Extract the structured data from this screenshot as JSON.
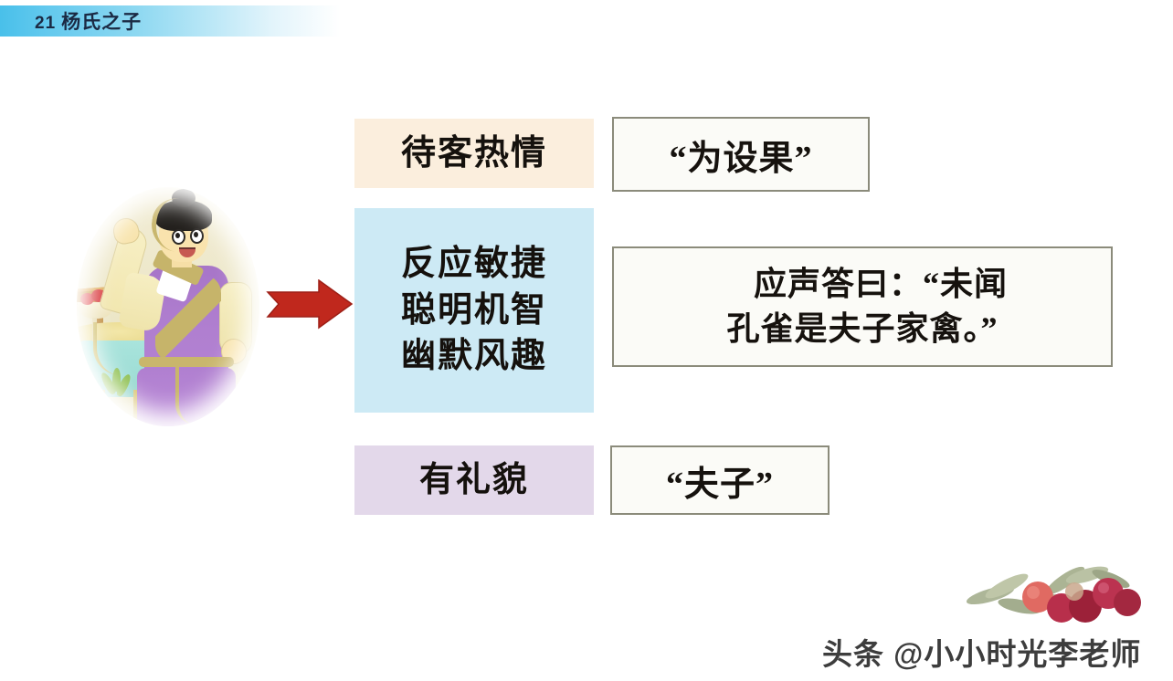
{
  "header": {
    "lesson_number": "21",
    "title": "杨氏之子",
    "accent_color": "#49c0ea",
    "text_color": "#1b2a44"
  },
  "illustration": {
    "alt_name": "杨氏之子插图",
    "description": "身穿紫色长袍的男孩举手说话，旁边有果盘和桌子"
  },
  "arrow": {
    "direction": "right",
    "color": "#c0281d"
  },
  "categories": [
    {
      "id": "hospitality",
      "label": "待客热情",
      "background": "#fbeedd"
    },
    {
      "id": "quick-wit",
      "lines": [
        "反应敏捷",
        "聪明机智",
        "幽默风趣"
      ],
      "background": "#cdeaf5"
    },
    {
      "id": "polite",
      "label": "有礼貌",
      "background": "#e3d8ea"
    }
  ],
  "quotes": [
    {
      "id": "fruit",
      "text": "“为设果”",
      "border_color": "#8b8b7b"
    },
    {
      "id": "reply",
      "lines": [
        "应声答曰：“未闻",
        "孔雀是夫子家禽。”"
      ],
      "border_color": "#8b8b7b"
    },
    {
      "id": "master",
      "text": "“夫子”",
      "border_color": "#8b8b7b"
    }
  ],
  "decoration": {
    "name": "berries-and-leaves",
    "berry_color": "#c0395a",
    "leaf_color": "#9aa882"
  },
  "watermark": {
    "text": "头条 @小小时光李老师"
  }
}
